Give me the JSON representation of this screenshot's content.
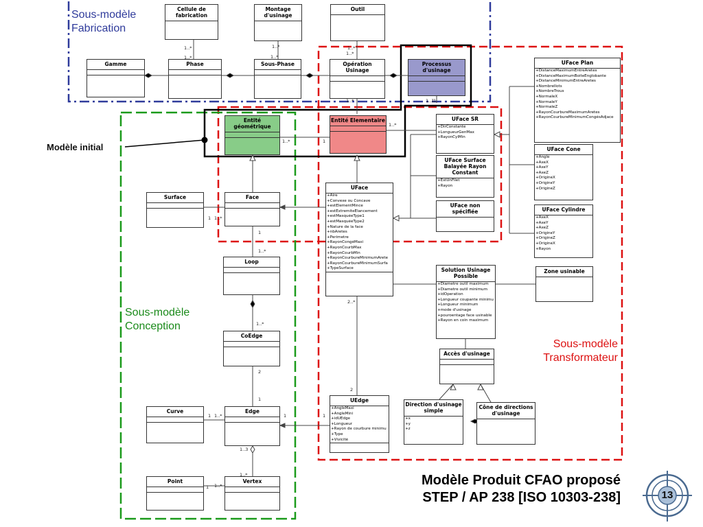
{
  "labels": {
    "fabrication": "Sous-modèle\nFabrication",
    "conception": "Sous-modèle\nConception",
    "transformateur": "Sous-modèle\nTransformateur",
    "modele_initial": "Modèle initial"
  },
  "slide": {
    "title": "Modèle Produit CFAO proposé\nSTEP / AP 238 [ISO 10303-238]",
    "page_number": "13"
  },
  "colors": {
    "fabrication_frame": "#2f3b9b",
    "conception_frame": "#1a9a1a",
    "transformateur_frame": "#dd1111",
    "entite_geometrique": "#88cc88",
    "entite_elementaire": "#f08888",
    "processus_usinage": "#9999cc"
  },
  "classes": {
    "cellule": {
      "name": "Cellule de fabrication",
      "attrs": []
    },
    "montage": {
      "name": "Montage d'usinage",
      "attrs": []
    },
    "outil": {
      "name": "Outil",
      "attrs": []
    },
    "gamme": {
      "name": "Gamme",
      "attrs": []
    },
    "phase": {
      "name": "Phase",
      "attrs": []
    },
    "sousphase": {
      "name": "Sous-Phase",
      "attrs": []
    },
    "operation": {
      "name": "Opération Usinage",
      "attrs": []
    },
    "processus": {
      "name": "Processus d'usinage",
      "attrs": []
    },
    "entgeo": {
      "name": "Entité géométrique",
      "attrs": []
    },
    "entelem": {
      "name": "Entité Elementaire",
      "attrs": []
    },
    "ufacesr": {
      "name": "UFace SR",
      "attrs": [
        "+DirConstante",
        "+LongueurGenMax",
        "+RayonCylMin"
      ]
    },
    "ufacesurf": {
      "name": "UFace Surface\nBalayée Rayon\nConstant",
      "attrs": [
        "+EstUnFilet",
        "+Rayon"
      ]
    },
    "ufacens": {
      "name": "UFace non spécifiée",
      "attrs": []
    },
    "ufaceplan": {
      "name": "UFace Plan",
      "attrs": [
        "+DistanceMaximumEntreAretes",
        "+DistanceMaximumBoiteEnglobante",
        "+DistanceMinimumEntreAretes",
        "+NombreIlots",
        "+NombreTrous",
        "+NormaleX",
        "+NormaleY",
        "+NormaleZ",
        "+RayonCourbureMaximumAretes",
        "+RayonCourbureMinimumCongésAdjace"
      ]
    },
    "ufacecone": {
      "name": "UFace Cone",
      "attrs": [
        "+Angle",
        "+AxeX",
        "+AxeY",
        "+AxeZ",
        "+OrigineX",
        "+OrigineY",
        "+OrigineZ"
      ]
    },
    "ufacecyl": {
      "name": "UFace Cylindre",
      "attrs": [
        "+AxeX",
        "+AxeY",
        "+AxeZ",
        "+OrigineY",
        "+OrigineZ",
        "+OrigineX",
        "+Rayon"
      ]
    },
    "surface": {
      "name": "Surface",
      "attrs": []
    },
    "face": {
      "name": "Face",
      "attrs": []
    },
    "uface": {
      "name": "UFace",
      "attrs": [
        "+Aire",
        "+Convexe ou Concave",
        "+estElementMince",
        "+estExtremiteElancement",
        "+estMasquéeType1",
        "+estMasquéeType2",
        "+Nature de la face",
        "+nbAretes",
        "+Perimetre",
        "+RayonCongéMaxi",
        "+RayonCourbMax",
        "+RayonCourbMin",
        "+RayonCourbureMinimumArete",
        "+RayonCourbureMinimumSurfa",
        "+TypeSurface"
      ]
    },
    "solution": {
      "name": "Solution Usinage\nPossible",
      "attrs": [
        "+Diametre outil maximum",
        "+Diametre outil minimum",
        "+idOperation",
        "+Longueur coupante minimu",
        "+Longueur minimum",
        "+mode d'usinage",
        "+pouroentage face usinable",
        "+Rayon en coin maximum"
      ]
    },
    "zone": {
      "name": "Zone usinable",
      "attrs": []
    },
    "loop": {
      "name": "Loop",
      "attrs": []
    },
    "acces": {
      "name": "Accès d'usinage",
      "attrs": []
    },
    "coedge": {
      "name": "CoEdge",
      "attrs": []
    },
    "direction": {
      "name": "Direction d'usinage\nsimple",
      "attrs": [
        "+x",
        "+y",
        "+z"
      ]
    },
    "conedir": {
      "name": "Cône de directions\nd'usinage",
      "attrs": []
    },
    "curve": {
      "name": "Curve",
      "attrs": []
    },
    "edge": {
      "name": "Edge",
      "attrs": []
    },
    "uedge": {
      "name": "UEdge",
      "attrs": [
        "+AngleMaxi",
        "+AngleMini",
        "+idUEdge",
        "+Longueur",
        "+Rayon de courbure minimu",
        "+Type",
        "+Vivicité"
      ]
    },
    "point": {
      "name": "Point",
      "attrs": []
    },
    "vertex": {
      "name": "Vertex",
      "attrs": []
    }
  },
  "multiplicities": {
    "m1": "1..*",
    "m2": "1..*",
    "m3": "1..*",
    "m4": "1..*",
    "m5": "1..*",
    "m6": "1..*",
    "m7": "1..*",
    "m8": "1..1",
    "m9": "1..*",
    "m10": "1..*",
    "m11": "1",
    "m12": "1",
    "m13": "1..*",
    "m14": "1",
    "m15": "1..*",
    "m16": "1..*",
    "m17": "2",
    "m18": "1",
    "m19": "1",
    "m20": "1..*",
    "m21": "1",
    "m22": "1..3",
    "m23": "1..*",
    "m24": "1",
    "m25": "1..*",
    "m26": "1",
    "m27": "2..*",
    "m28": "2",
    "m29": "1"
  }
}
